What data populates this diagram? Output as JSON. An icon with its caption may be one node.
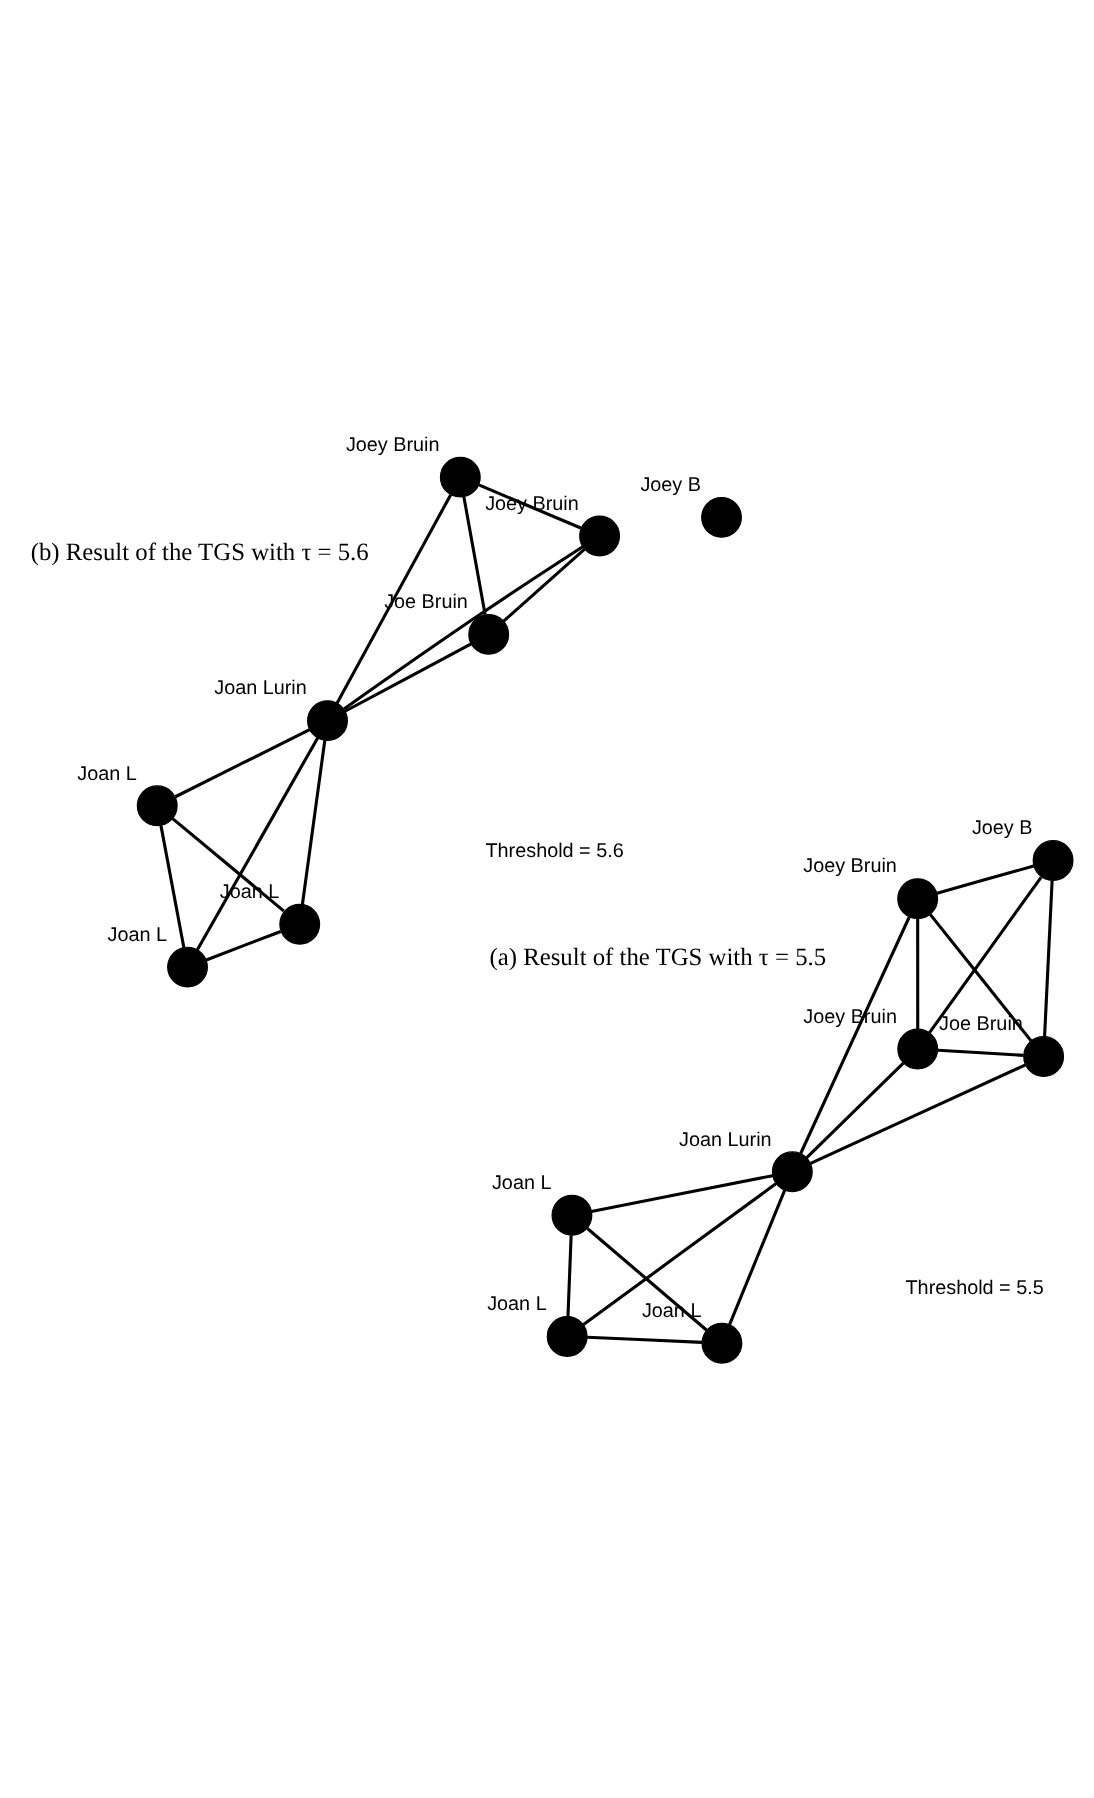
{
  "diagram": {
    "nodes": [
      {
        "text": [],
        "shape": "circle",
        "beside": [
          "Joey Bruin"
        ]
      },
      {
        "text": [],
        "shape": "circle",
        "beside": [
          "Joey Bruin"
        ]
      },
      {
        "text": [],
        "shape": "circle",
        "beside": [
          "Joe Bruin"
        ]
      },
      {
        "text": [],
        "shape": "circle",
        "beside": [
          "Joey B"
        ]
      },
      {
        "text": [],
        "shape": "circle",
        "beside": [
          "Joan Lurin"
        ]
      },
      {
        "text": [],
        "shape": "circle",
        "beside": [
          "Joan L"
        ]
      },
      {
        "text": [],
        "shape": "circle",
        "beside": [
          "Joan L"
        ]
      },
      {
        "text": [],
        "shape": "circle",
        "beside": [
          "Joan L"
        ]
      },
      {
        "text": [],
        "shape": "circle",
        "beside": [
          "Joey Bruin"
        ]
      },
      {
        "text": [],
        "shape": "circle",
        "beside": [
          "Joey Bruin"
        ]
      },
      {
        "text": [],
        "shape": "circle",
        "beside": [
          "Joe Bruin"
        ]
      },
      {
        "text": [],
        "shape": "circle",
        "beside": [
          "Joey B"
        ]
      },
      {
        "text": [],
        "shape": "circle",
        "beside": [
          "Joan Lurin"
        ]
      },
      {
        "text": [],
        "shape": "circle",
        "beside": [
          "Joan L"
        ]
      },
      {
        "text": [],
        "shape": "circle",
        "beside": [
          "Joan L"
        ]
      },
      {
        "text": [],
        "shape": "circle",
        "beside": [
          "Joan L"
        ]
      }
    ],
    "edges": [
      {
        "from": 0,
        "to": 1,
        "arrow": "none"
      },
      {
        "from": 0,
        "to": 2,
        "arrow": "none"
      },
      {
        "from": 0,
        "to": 3,
        "arrow": "none"
      },
      {
        "from": 0,
        "to": 4,
        "arrow": "none"
      },
      {
        "from": 1,
        "to": 2,
        "arrow": "none"
      },
      {
        "from": 1,
        "to": 3,
        "arrow": "none"
      },
      {
        "from": 1,
        "to": 4,
        "arrow": "none"
      },
      {
        "from": 2,
        "to": 3,
        "arrow": "none"
      },
      {
        "from": 2,
        "to": 4,
        "arrow": "none"
      },
      {
        "from": 4,
        "to": 5,
        "arrow": "none"
      },
      {
        "from": 4,
        "to": 6,
        "arrow": "none"
      },
      {
        "from": 4,
        "to": 7,
        "arrow": "none"
      },
      {
        "from": 5,
        "to": 6,
        "arrow": "none"
      },
      {
        "from": 5,
        "to": 7,
        "arrow": "none"
      },
      {
        "from": 6,
        "to": 7,
        "arrow": "none"
      },
      {
        "from": 8,
        "to": 9,
        "arrow": "none"
      },
      {
        "from": 8,
        "to": 10,
        "arrow": "none"
      },
      {
        "from": 8,
        "to": 12,
        "arrow": "none"
      },
      {
        "from": 9,
        "to": 10,
        "arrow": "none"
      },
      {
        "from": 9,
        "to": 12,
        "arrow": "none"
      },
      {
        "from": 10,
        "to": 12,
        "arrow": "none"
      },
      {
        "from": 12,
        "to": 13,
        "arrow": "none"
      },
      {
        "from": 12,
        "to": 14,
        "arrow": "none"
      },
      {
        "from": 12,
        "to": 15,
        "arrow": "none"
      },
      {
        "from": 13,
        "to": 14,
        "arrow": "none"
      },
      {
        "from": 13,
        "to": 15,
        "arrow": "none"
      },
      {
        "from": 14,
        "to": 15,
        "arrow": "none"
      }
    ],
    "labels": [
      "Threshold = 5.5",
      "(a) Result of the TGS with τ = 5.5",
      "Threshold = 5.6",
      "(b) Result of the TGS with τ = 5.6"
    ]
  }
}
